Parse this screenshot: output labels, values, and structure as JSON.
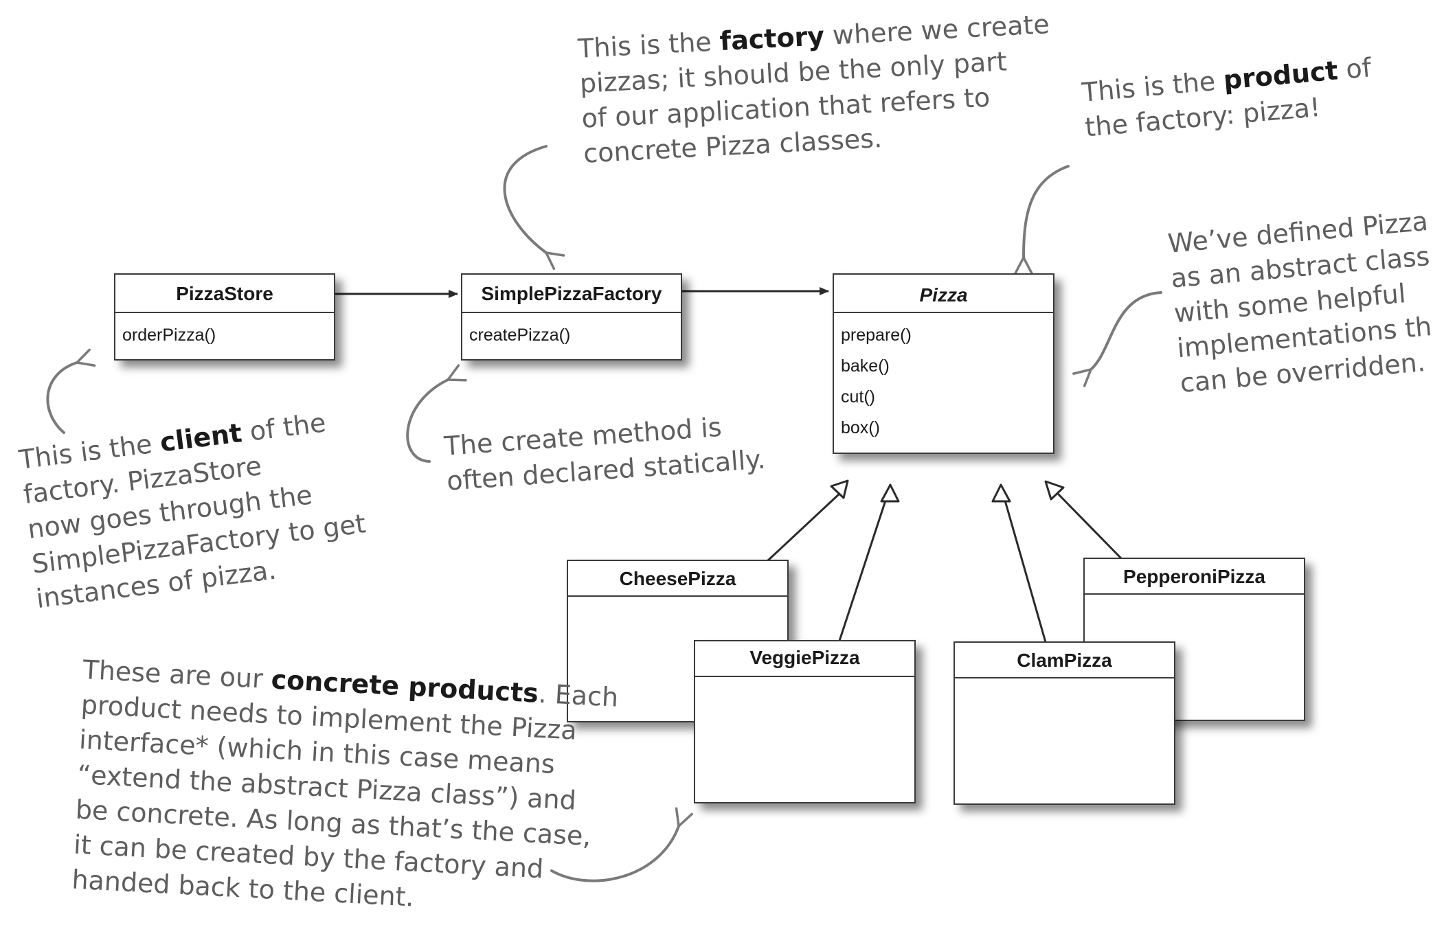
{
  "classes": {
    "pizza_store": {
      "name": "PizzaStore",
      "methods": [
        "orderPizza()"
      ]
    },
    "simple_pizza_factory": {
      "name": "SimplePizzaFactory",
      "methods": [
        "createPizza()"
      ]
    },
    "pizza": {
      "name": "Pizza",
      "methods": [
        "prepare()",
        "bake()",
        "cut()",
        "box()"
      ]
    },
    "cheese_pizza": {
      "name": "CheesePizza"
    },
    "veggie_pizza": {
      "name": "VeggiePizza"
    },
    "clam_pizza": {
      "name": "ClamPizza"
    },
    "pepperoni_pizza": {
      "name": "PepperoniPizza"
    }
  },
  "notes": {
    "factory": {
      "l1_pre": "This is the ",
      "l1_bold": "factory",
      "l1_post": " where we create",
      "l2": "pizzas; it should be the only part",
      "l3": "of our application that refers to",
      "l4": "concrete Pizza classes."
    },
    "product": {
      "l1_pre": "This is the ",
      "l1_bold": "product",
      "l1_post": " of",
      "l2": "the factory: pizza!"
    },
    "abstract": {
      "l1": "We’ve defined Pizza",
      "l2": "as an abstract class",
      "l3": "with some helpful",
      "l4": "implementations that",
      "l5": "can be overridden."
    },
    "client": {
      "l1_pre": "This is the ",
      "l1_bold": "client",
      "l1_post": " of the",
      "l2": "factory. PizzaStore",
      "l3": "now goes through the",
      "l4": "SimplePizzaFactory to get",
      "l5": "instances of pizza."
    },
    "static": {
      "l1": "The create method is",
      "l2": "often declared statically."
    },
    "concrete": {
      "l1_pre": "These are our ",
      "l1_bold": "concrete products",
      "l1_post": ". Each",
      "l2": "product needs to implement the Pizza",
      "l3": "interface* (which in this case means",
      "l4": "“extend the abstract Pizza class”) and",
      "l5": "be concrete. As long as that’s the case,",
      "l6": "it can be created by the factory and",
      "l7": "handed back to the client."
    }
  },
  "colors": {
    "line": "#3a3a3a",
    "note_text": "#5e5e5e",
    "note_arrow": "#7a7a7a",
    "emphasis": "#1a1a1a"
  }
}
